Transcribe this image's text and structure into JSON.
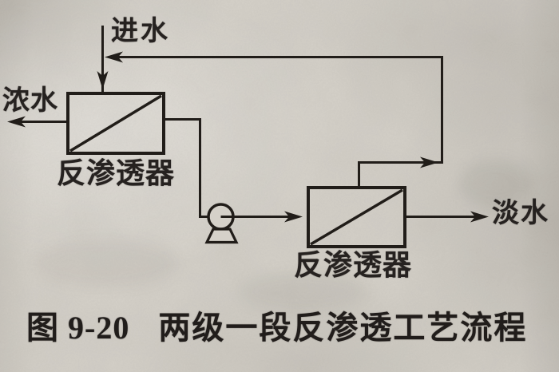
{
  "figure": {
    "caption": {
      "figure_number": "图 9-20",
      "title": "两级一段反渗透工艺流程"
    },
    "labels": {
      "feed_water": "进水",
      "concentrated_water": "浓水",
      "fresh_water": "淡水",
      "first_stage_ro_unit": "反渗透器",
      "second_stage_ro_unit": "反渗透器"
    },
    "colors": {
      "paper": "#d5d1c9",
      "ink": "#211d19"
    }
  }
}
